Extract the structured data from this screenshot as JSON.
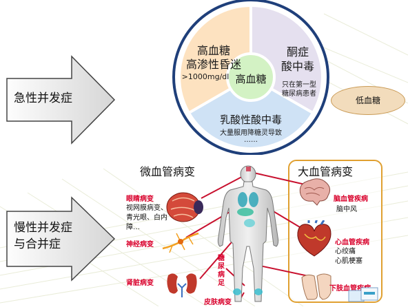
{
  "acute": {
    "label": "急性并发症",
    "wheel": {
      "center": "高血糖",
      "hyperosmolar": {
        "line1": "高血糖",
        "line2": "高渗性昏迷",
        "note": ">1000mg/dl"
      },
      "ketoacidosis": {
        "line1": "酮症",
        "line2": "酸中毒",
        "note_line1": "只在第一型",
        "note_line2": "糖尿病患者"
      },
      "lactic": {
        "title": "乳酸性酸中毒",
        "note": "大量服用降糖灵导致",
        "ellipsis": "……"
      }
    },
    "hypoglycemia": "低血糖"
  },
  "chronic": {
    "label_line1": "慢性并发症",
    "label_line2": "与合并症",
    "micro": {
      "title": "微血管病变",
      "eye": {
        "label": "眼睛病变",
        "detail_line1": "视网膜病变、",
        "detail_line2": "青光眼、白内",
        "detail_line3": "障…"
      },
      "nerve": {
        "label": "神经病变"
      },
      "kidney": {
        "label": "肾脏病变"
      },
      "foot": {
        "label": "糖尿病足"
      },
      "skin": {
        "label": "皮肤病变"
      }
    },
    "macro": {
      "title": "大血管病变",
      "brain": {
        "label": "脑血管疾病",
        "detail": "脑中风"
      },
      "heart": {
        "label": "心血管疾病",
        "detail_line1": "心绞痛",
        "detail_line2": "心肌梗塞"
      },
      "limb": {
        "label": "下肢血管疾病"
      }
    }
  },
  "colors": {
    "wheel_ring": "#1f3f7a",
    "segment_hyperosmolar": "#fde2c0",
    "segment_keto": "#e5e0ef",
    "segment_lactic": "#cfe2f5",
    "center": "#d3f2c4",
    "hypo_bg": "#f2dcbc",
    "macro_border": "#e0a030",
    "red_line": "#c8102e",
    "organ_label": "#d9002b"
  }
}
